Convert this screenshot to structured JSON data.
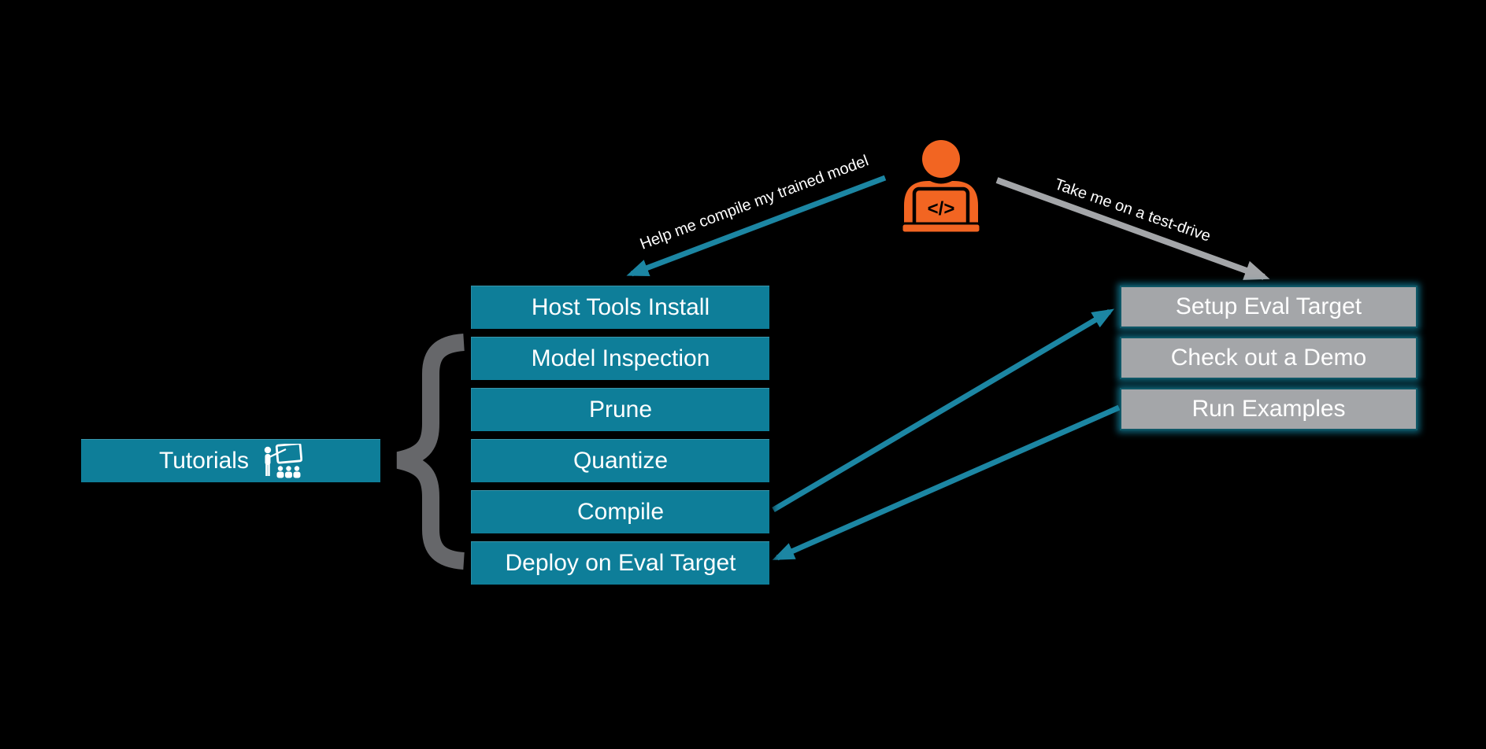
{
  "person": {
    "icon": "developer-at-laptop",
    "code_glyph": "</>"
  },
  "arrow_labels": {
    "left": "Help me compile my trained model",
    "right": "Take me on a test-drive"
  },
  "tutorials": {
    "label": "Tutorials"
  },
  "compile_flow": {
    "steps": [
      "Host Tools Install",
      "Model Inspection",
      "Prune",
      "Quantize",
      "Compile",
      "Deploy on Eval Target"
    ]
  },
  "testdrive_flow": {
    "steps": [
      "Setup Eval Target",
      "Check out a Demo",
      "Run Examples"
    ]
  },
  "colors": {
    "bg": "#000000",
    "text": "#FFFFFF",
    "teal": "#0E7E99",
    "teal_arrow": "#1C86A3",
    "gray": "#A4A6A9",
    "brace_gray": "#66676A",
    "orange": "#F26522"
  }
}
